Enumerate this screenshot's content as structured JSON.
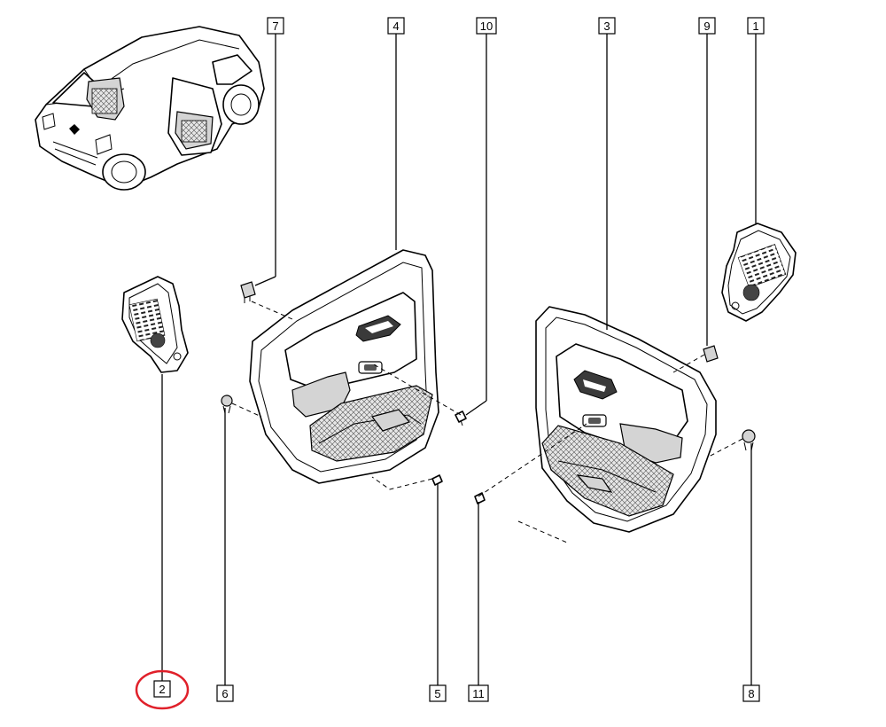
{
  "labels": {
    "l1": "1",
    "l2": "2",
    "l3": "3",
    "l4": "4",
    "l5": "5",
    "l6": "6",
    "l7": "7",
    "l8": "8",
    "l9": "9",
    "l10": "10",
    "l11": "11"
  },
  "highlight_color": "#e0202a"
}
